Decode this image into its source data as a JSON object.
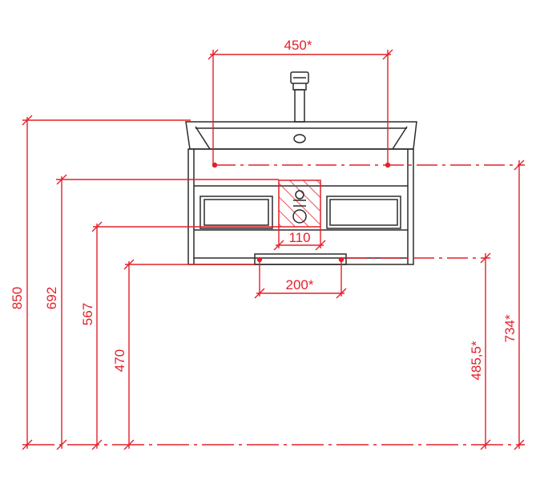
{
  "dimensions": {
    "basin_hole_spacing": "450*",
    "drain_cutout_width": "110",
    "bracket_width": "200*",
    "total_height": "850",
    "basin_top_height": "692",
    "cabinet_opening_height": "567",
    "cabinet_bottom_height": "470",
    "bracket_height": "485,5*",
    "basin_fixing_height": "734*"
  },
  "colors": {
    "dimension_lines": "#e4202a",
    "drawing_lines": "#2b2b2b"
  }
}
